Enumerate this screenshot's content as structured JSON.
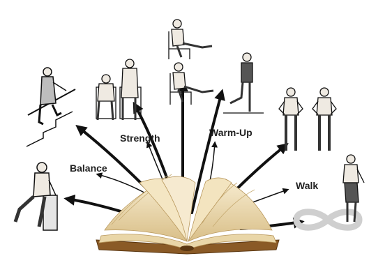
{
  "labels": {
    "balance": "Balance",
    "strength": "Strength",
    "warmup": "Warm-Up",
    "walk": "Walk"
  },
  "colors": {
    "ink": "#111111",
    "page": "#f1e2bb",
    "page_shadow": "#c7ab72",
    "cover": "#8a5a26",
    "cover_dark": "#5a3712",
    "skin": "#efeae2",
    "figure_shade": "#3a3a3a",
    "infinity": "#cfcfcf"
  },
  "icons": [
    "book-icon",
    "arrow-icon",
    "person-handrail-stairs-icon",
    "person-leg-raise-icon",
    "person-seated-chair-icon",
    "person-seated-kick-icon",
    "person-standing-leg-curl-icon",
    "person-hands-on-hips-icon",
    "person-walking-icon",
    "infinity-path-icon"
  ]
}
